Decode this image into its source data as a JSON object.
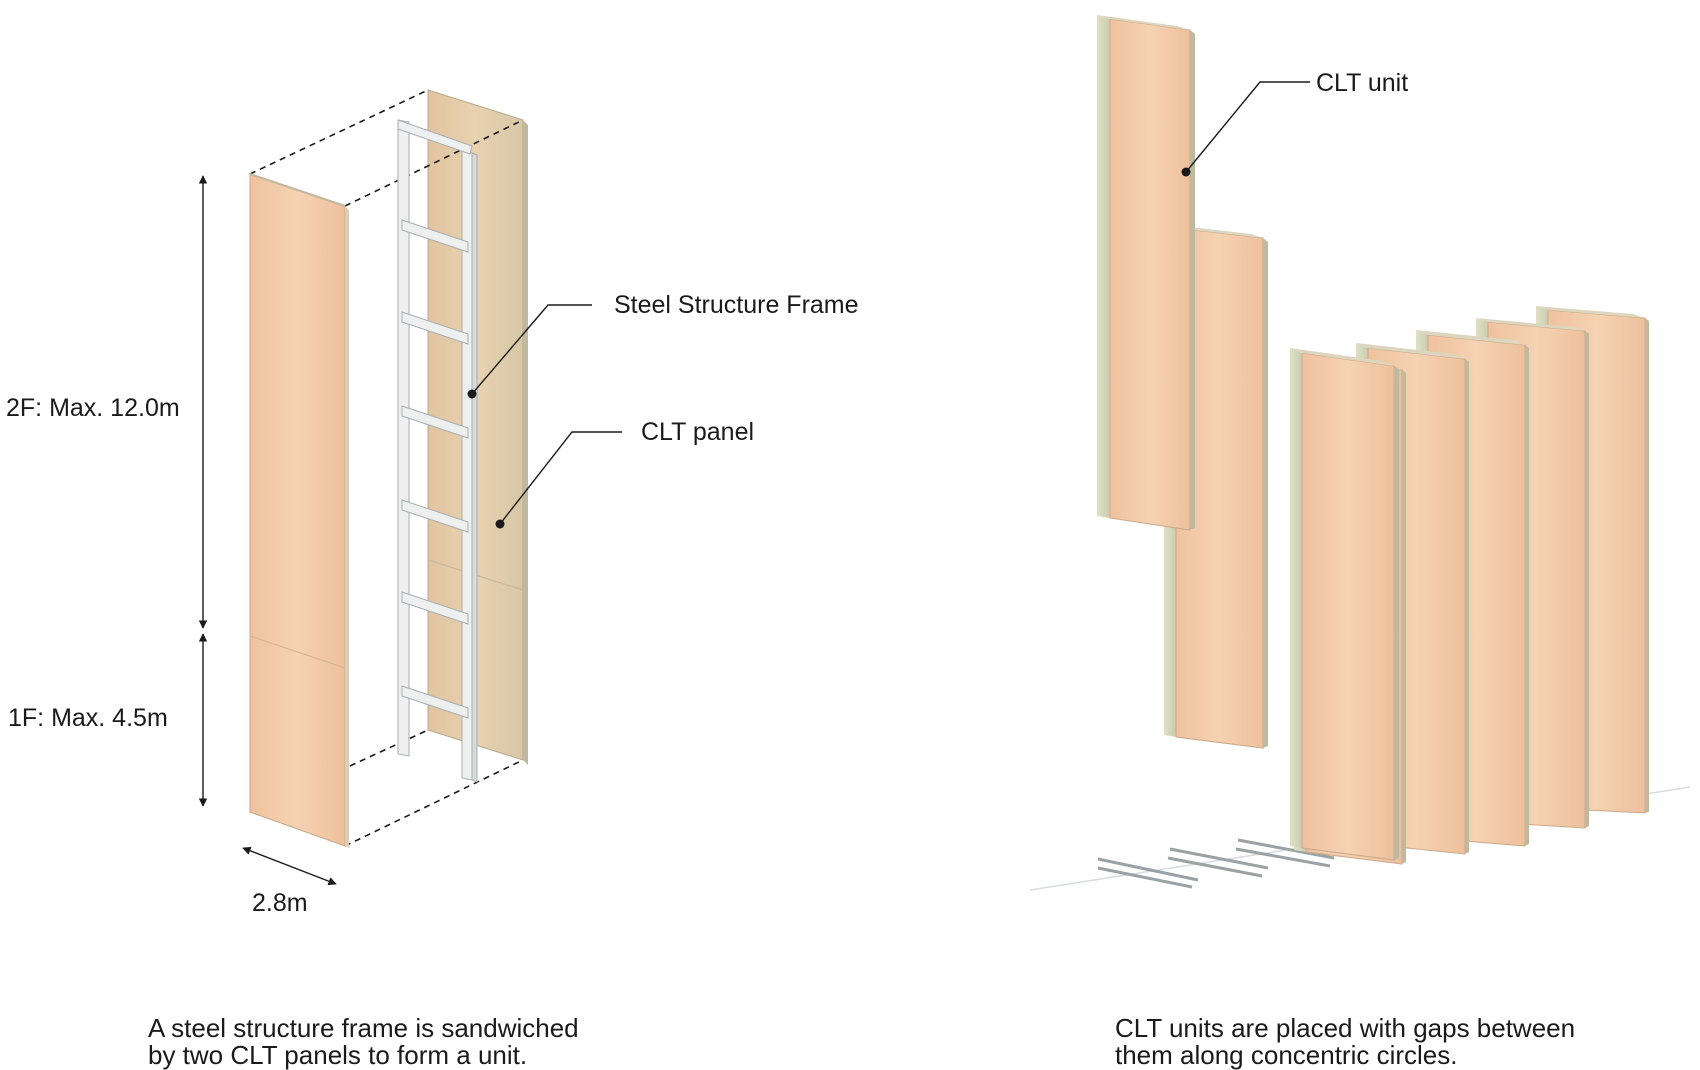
{
  "left": {
    "dim_height_2f": "2F: Max. 12.0m",
    "dim_height_1f": "1F: Max. 4.5m",
    "dim_width": "2.8m",
    "callout_frame": "Steel Structure Frame",
    "callout_panel": "CLT panel",
    "caption_lines": [
      "A steel structure frame is sandwiched",
      "by two CLT panels to form a unit."
    ]
  },
  "right": {
    "callout_unit": "CLT unit",
    "caption_lines": [
      "CLT units are placed with gaps between",
      "them along concentric circles."
    ]
  },
  "colors": {
    "clt_face": "#f2c8a4",
    "clt_edge": "#c8c2a8",
    "steel": "#eef0f0",
    "ink": "#1a1a1a"
  }
}
